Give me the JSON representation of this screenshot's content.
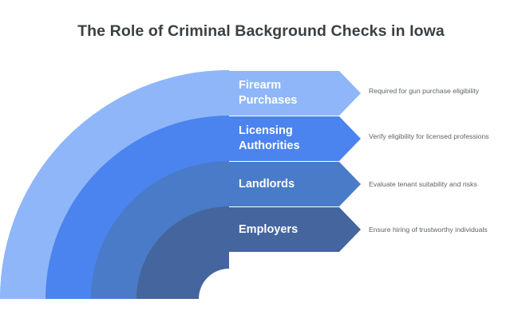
{
  "title": "The Role of Criminal Background Checks in Iowa",
  "background_color": "#ffffff",
  "title_color": "#3c4043",
  "description_color": "#5f6368",
  "label_color": "#ffffff",
  "chart_data": {
    "type": "diagram",
    "diagram_style": "nested-quarter-arc-funnel-with-chevron-labels",
    "title": "The Role of Criminal Background Checks in Iowa",
    "legend_position": "none",
    "items": [
      {
        "label": "Firearm Purchases",
        "label_line1": "Firearm",
        "label_line2": "Purchases",
        "description": "Required for gun purchase eligibility",
        "color": "#8FB6F8",
        "order": 1
      },
      {
        "label": "Licensing Authorities",
        "label_line1": "Licensing",
        "label_line2": "Authorities",
        "description": "Verify eligibility for licensed professions",
        "color": "#4B84EE",
        "order": 2
      },
      {
        "label": "Landlords",
        "label_line1": "Landlords",
        "label_line2": "",
        "description": "Evaluate tenant suitability and risks",
        "color": "#4A7BC8",
        "order": 3
      },
      {
        "label": "Employers",
        "label_line1": "Employers",
        "label_line2": "",
        "description": "Ensure hiring of trustworthy individuals",
        "color": "#44659E",
        "order": 4
      }
    ]
  }
}
